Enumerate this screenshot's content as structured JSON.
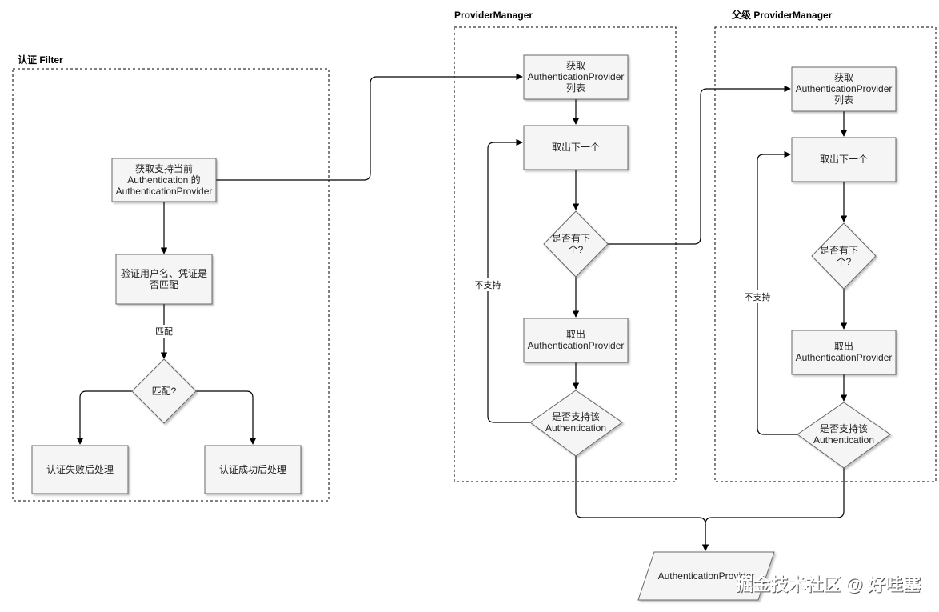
{
  "containers": {
    "filter": "认证 Filter",
    "pm": "ProviderManager",
    "parent": "父级 ProviderManager"
  },
  "nodes": {
    "f1": [
      "获取支持当前",
      "Authentication 的",
      "AuthenticationProvider"
    ],
    "f2": [
      "验证用户名、凭证是",
      "否匹配"
    ],
    "f3": [
      "匹配?"
    ],
    "f4": [
      "认证失败后处理"
    ],
    "f5": [
      "认证成功后处理"
    ],
    "p1": [
      "获取",
      "AuthenticationProvider",
      "列表"
    ],
    "p2": [
      "取出下一个"
    ],
    "p3": [
      "是否有下一",
      "个?"
    ],
    "p4": [
      "取出",
      "AuthenticationProvider"
    ],
    "p5": [
      "是否支持该",
      "Authentication"
    ],
    "q1": [
      "获取",
      "AuthenticationProvider",
      "列表"
    ],
    "q2": [
      "取出下一个"
    ],
    "q3": [
      "是否有下一",
      "个?"
    ],
    "q4": [
      "取出",
      "AuthenticationProvider"
    ],
    "q5": [
      "是否支持该",
      "Authentication"
    ],
    "out": [
      "AuthenticationProvider"
    ]
  },
  "edge_labels": {
    "match": "匹配",
    "unsupported_pm": "不支持",
    "unsupported_parent": "不支持"
  },
  "watermark": "掘金技术社区 @ 好哇塞"
}
